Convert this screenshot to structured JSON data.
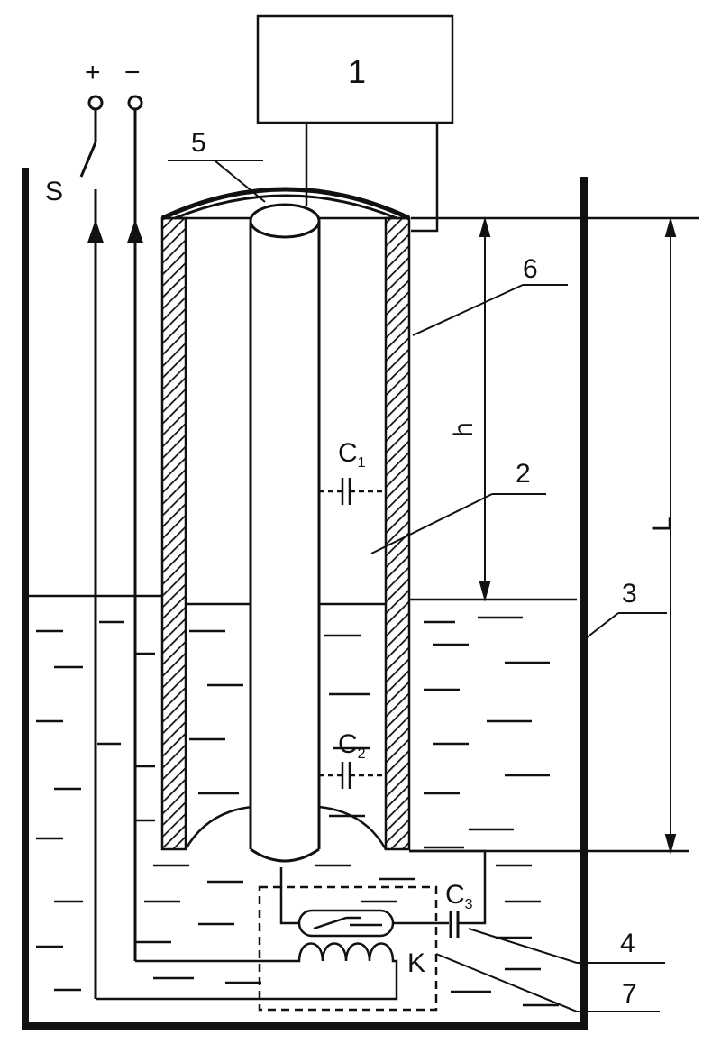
{
  "diagram": {
    "labels": {
      "block_1": "1",
      "rod_5": "5",
      "tube_6": "6",
      "gap_2": "2",
      "tank_3": "3",
      "switch_4": "4",
      "box_7": "7",
      "switch_s": "S",
      "plus": "+",
      "minus": "−",
      "height_h": "h",
      "length_L": "L",
      "cap1": "C",
      "cap1_sub": "1",
      "cap2": "C",
      "cap2_sub": "2",
      "cap3": "C",
      "cap3_sub": "3",
      "coil_K": "K"
    }
  }
}
